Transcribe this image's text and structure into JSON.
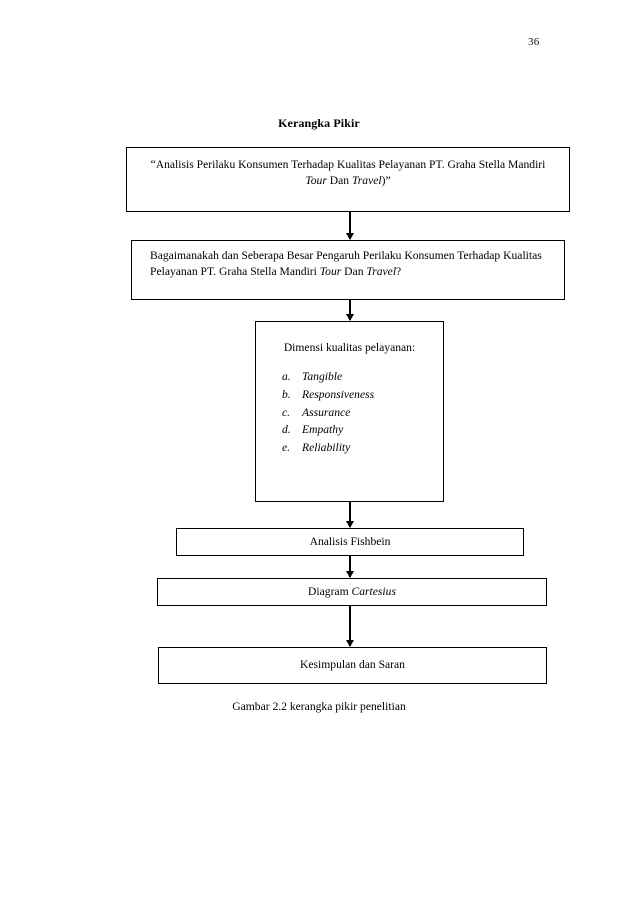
{
  "page": {
    "number": "36"
  },
  "heading": {
    "text": "Kerangka Pikir"
  },
  "flowchart": {
    "title_box": {
      "line1": "“Analisis Perilaku Konsumen Terhadap Kualitas Pelayanan PT. Graha Stella",
      "line2_a": "Mandiri ",
      "line2_italic1": "Tour",
      "line2_b": " Dan ",
      "line2_italic2": "Travel",
      "line2_c": ")”"
    },
    "question_box": {
      "line1": "Bagaimanakah dan Seberapa Besar Pengaruh Perilaku Konsumen",
      "line2_a": "Terhadap Kualitas Pelayanan PT. Graha Stella Mandiri ",
      "line2_italic": "Tour",
      "line2_b": " Dan",
      "line3_italic": "Travel",
      "line3_b": "?"
    },
    "dimensions_box": {
      "title": "Dimensi kualitas pelayanan:",
      "items": [
        {
          "marker": "a.",
          "label": "Tangible"
        },
        {
          "marker": "b.",
          "label": "Responsiveness"
        },
        {
          "marker": "c.",
          "label": "Assurance"
        },
        {
          "marker": "d.",
          "label": "Empathy"
        },
        {
          "marker": "e.",
          "label": "Reliability"
        }
      ]
    },
    "fishbein_box": {
      "text": "Analisis Fishbein"
    },
    "cartesius_box": {
      "text_a": "Diagram ",
      "text_italic": "Cartesius"
    },
    "conclusion_box": {
      "text": "Kesimpulan dan Saran"
    }
  },
  "caption": {
    "text": "Gambar 2.2 kerangka pikir penelitian"
  },
  "colors": {
    "text": "#000000",
    "border": "#000000",
    "background": "#ffffff"
  }
}
